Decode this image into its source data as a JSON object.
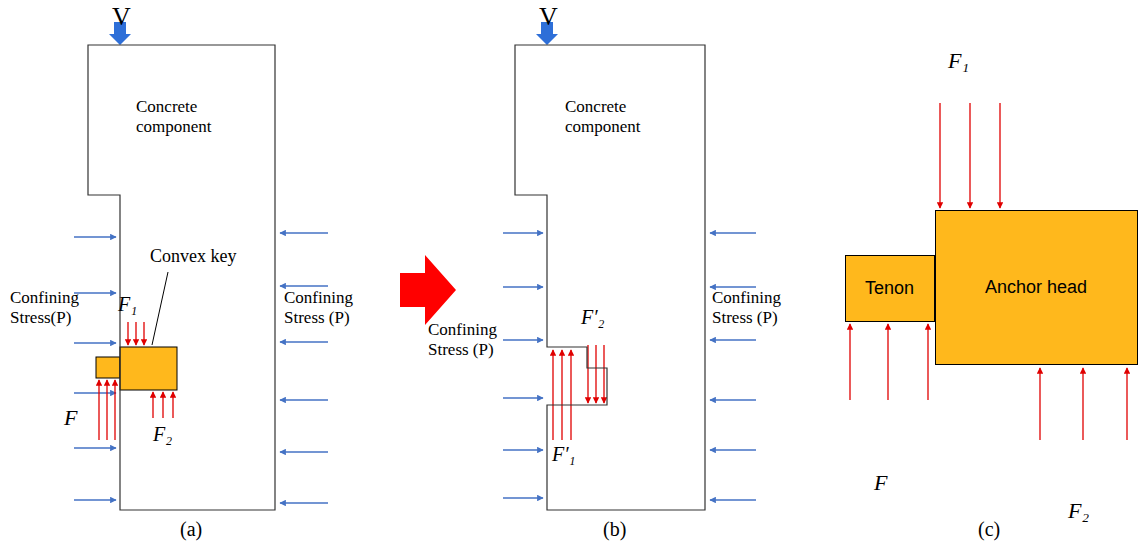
{
  "diagram": {
    "nodes": [
      {
        "text": [
          "Concrete component"
        ]
      },
      {
        "text": [
          "Concrete component"
        ]
      },
      {
        "text": [
          "Tenon"
        ]
      },
      {
        "text": [
          "Anchor head"
        ]
      }
    ],
    "labels": [
      "V",
      "Convex key",
      "Confining Stress(P)",
      "Confining Stress (P)",
      "F₁",
      "F",
      "F₂",
      "(a)",
      "V",
      "F′₂",
      "Confining Stress (P)",
      "Confining Stress (P)",
      "F′₁",
      "(b)",
      "F₁",
      "F",
      "F₂",
      "(c)"
    ]
  }
}
